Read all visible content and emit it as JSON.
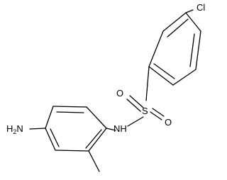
{
  "atoms": {
    "chlorine": "Cl",
    "sulfonyl_oxygen_top": "O",
    "sulfur": "S",
    "sulfonyl_oxygen_right": "O",
    "sulfonamide_nh": "NH",
    "amino": "H2N"
  },
  "colors": {
    "bond": "#000000",
    "label": "#000000",
    "background": "#ffffff"
  }
}
